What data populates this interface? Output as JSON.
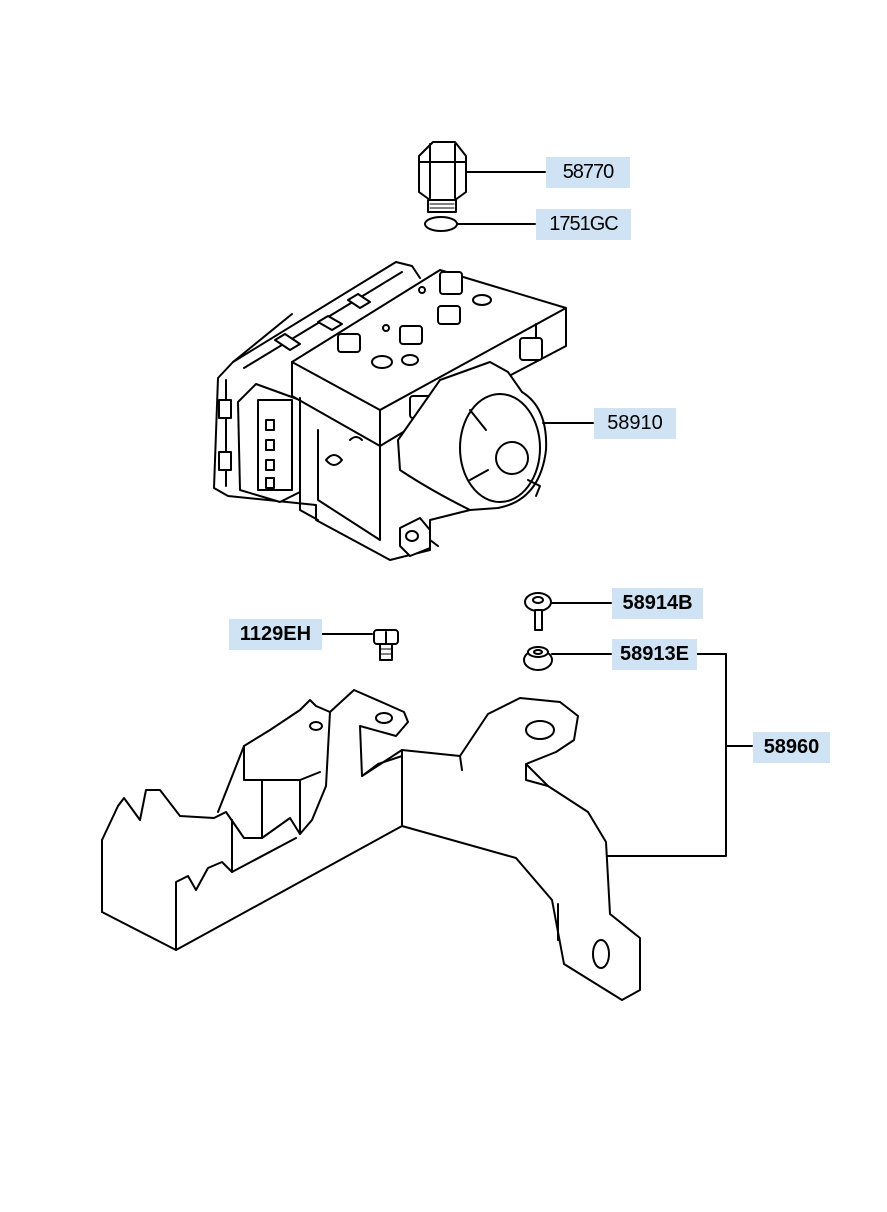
{
  "diagram": {
    "labels": {
      "p58770": "58770",
      "p1751GC": "1751GC",
      "p58910": "58910",
      "p58914B": "58914B",
      "p1129EH": "1129EH",
      "p58913E": "58913E",
      "p58960": "58960"
    },
    "colors": {
      "label_background": "#cfe3f4",
      "line": "#000000",
      "background": "#ffffff"
    }
  }
}
